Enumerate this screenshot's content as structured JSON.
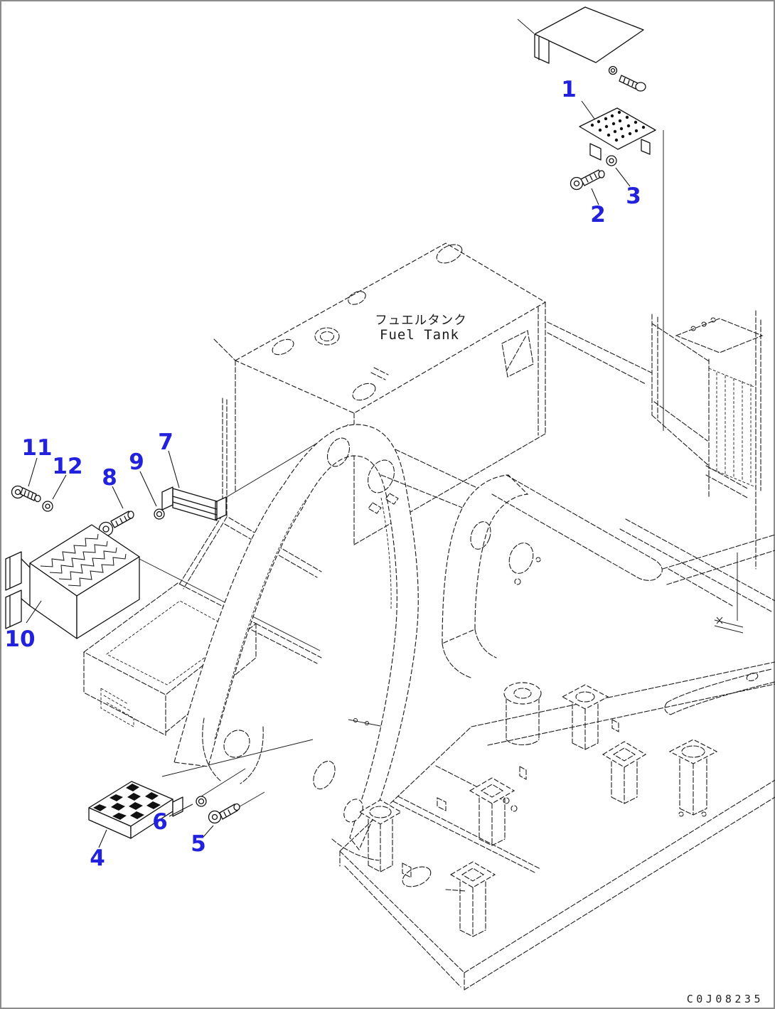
{
  "diagram": {
    "labels": {
      "fuel_tank_jp": "フュエルタンク",
      "fuel_tank_en": "Fuel Tank",
      "drawing_code": "C0J08235"
    },
    "callouts": [
      "1",
      "2",
      "3",
      "4",
      "5",
      "6",
      "7",
      "8",
      "9",
      "10",
      "11",
      "12"
    ],
    "colors": {
      "callout": "#2222dd",
      "line": "#1c1c1c",
      "border": "#8c8c8c",
      "background": "#ffffff"
    }
  }
}
